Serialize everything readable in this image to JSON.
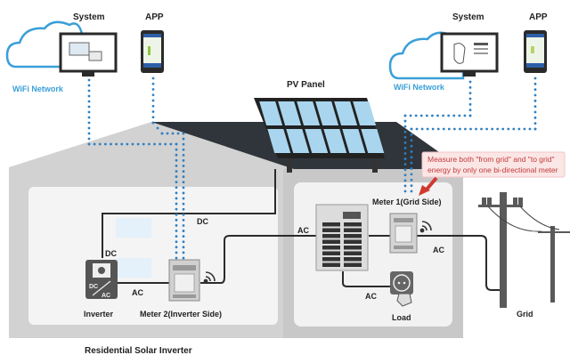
{
  "title": "Residential Solar Inverter",
  "left_network": {
    "system_label": "System",
    "app_label": "APP",
    "wifi_label": "WiFi Network"
  },
  "right_network": {
    "system_label": "System",
    "app_label": "APP",
    "wifi_label": "WiFi Network"
  },
  "pv_panel_label": "PV Panel",
  "note": {
    "line1": "Measure both \"from grid\" and \"to grid\"",
    "line2": "energy by only one bi-directional meter"
  },
  "components": {
    "inverter_label": "Inverter",
    "inverter_icon_text_top": "DC",
    "inverter_icon_text_bottom": "AC",
    "meter2_label": "Meter 2(Inverter Side)",
    "meter1_label": "Meter 1(Grid Side)",
    "load_label": "Load",
    "grid_label": "Grid"
  },
  "wire_labels": {
    "dc_top": "DC",
    "dc_left": "DC",
    "ac_inverter": "AC",
    "ac_panel_left": "AC",
    "ac_grid": "AC",
    "ac_load": "AC"
  },
  "colors": {
    "wifi_blue": "#3a9fd8",
    "dot_blue": "#2f7fc1",
    "note_red": "#d0392f",
    "note_bg": "#fbe3e3",
    "roof_dark": "#2e3438",
    "house_gray": "#cfcfcf",
    "panel_cell": "#a9d6ee"
  }
}
